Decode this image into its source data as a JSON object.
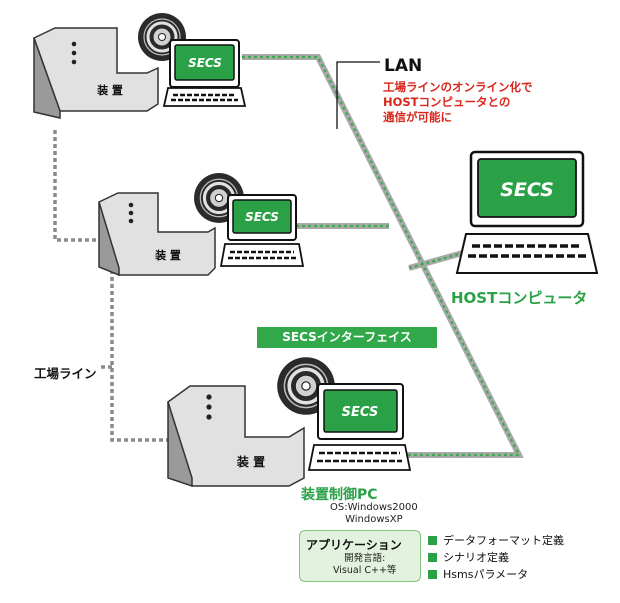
{
  "colors": {
    "accent_green": "#2aa146",
    "lan_red": "#d8261c",
    "equipment_gray": "#cfcfcf"
  },
  "lan": {
    "title": "LAN",
    "desc_lines": [
      "工場ラインのオンライン化で",
      "HOSTコンピュータとの",
      "通信が可能に"
    ]
  },
  "host": {
    "screen_label": "SECS",
    "label": "HOSTコンピュータ"
  },
  "pcs": {
    "screen_label": "SECS"
  },
  "equipment": {
    "label": "装 置"
  },
  "interface_label": "SECSインターフェイス",
  "factory_line_label": "工場ライン",
  "control_pc": {
    "label": "装置制御PC",
    "os_lines": [
      "OS:Windows2000",
      "WindowsXP"
    ]
  },
  "application": {
    "title": "アプリケーション",
    "dev_lines": [
      "開発言語:",
      "Visual C++等"
    ]
  },
  "features": [
    "データフォーマット定義",
    "シナリオ定義",
    "Hsmsパラメータ"
  ]
}
